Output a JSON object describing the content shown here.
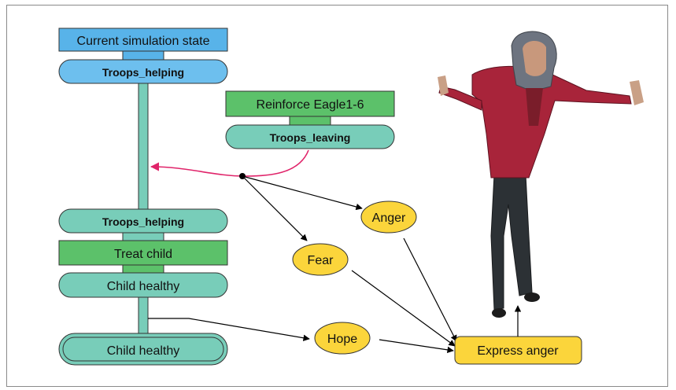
{
  "diagram": {
    "plan_left": {
      "state_header": "Current simulation state",
      "troops_helping_top": "Troops_helping",
      "troops_helping_mid": "Troops_helping",
      "treat_child": "Treat child",
      "child_healthy": "Child healthy",
      "child_healthy_goal": "Child healthy"
    },
    "plan_right": {
      "reinforce": "Reinforce Eagle1-6",
      "troops_leaving": "Troops_leaving"
    },
    "emotions": {
      "anger": "Anger",
      "fear": "Fear",
      "hope": "Hope"
    },
    "action": {
      "express_anger": "Express anger"
    },
    "figure": {
      "description_icon": "character-figure"
    },
    "colors": {
      "blue_header": "#58b3e9",
      "blue_pill": "#6dbfee",
      "teal": "#78cdb9",
      "green": "#5cc16a",
      "yellow": "#fbd53b",
      "pink_arrow": "#e0246a"
    }
  }
}
